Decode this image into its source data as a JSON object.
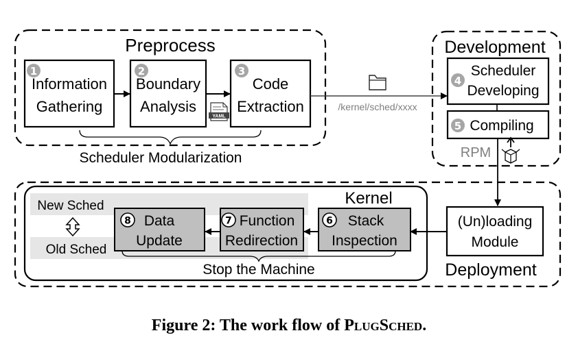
{
  "preprocess": {
    "title": "Preprocess",
    "steps": [
      {
        "num": "1",
        "line1": "Information",
        "line2": "Gathering"
      },
      {
        "num": "2",
        "line1": "Boundary",
        "line2": "Analysis"
      },
      {
        "num": "3",
        "line1": "Code",
        "line2": "Extraction"
      }
    ],
    "yaml_label": "YAML",
    "brace_label": "Scheduler Modularization"
  },
  "path_label": "/kernel/sched/xxxx",
  "development": {
    "title": "Development",
    "step4": {
      "num": "4",
      "line1": "Scheduler",
      "line2": "Developing"
    },
    "step5": {
      "num": "5",
      "text": "Compiling"
    },
    "rpm_label": "RPM"
  },
  "deployment": {
    "title": "Deployment",
    "module": {
      "line1": "(Un)loading",
      "line2": "Module"
    },
    "kernel": {
      "title": "Kernel",
      "new_sched": "New Sched",
      "old_sched": "Old Sched",
      "steps": [
        {
          "num": "8",
          "line1": "Data",
          "line2": "Update"
        },
        {
          "num": "7",
          "line1": "Function",
          "line2": "Redirection"
        },
        {
          "num": "6",
          "line1": "Stack",
          "line2": "Inspection"
        }
      ],
      "brace_label": "Stop the Machine"
    }
  },
  "caption": {
    "prefix": "Figure 2: The work flow of ",
    "name": "PlugSched",
    "suffix": "."
  },
  "colors": {
    "box_gray": "#bfbfbf",
    "band_gray": "#e6e6e6",
    "circle_gray": "#a6a6a6",
    "text_gray": "#7f7f7f"
  }
}
